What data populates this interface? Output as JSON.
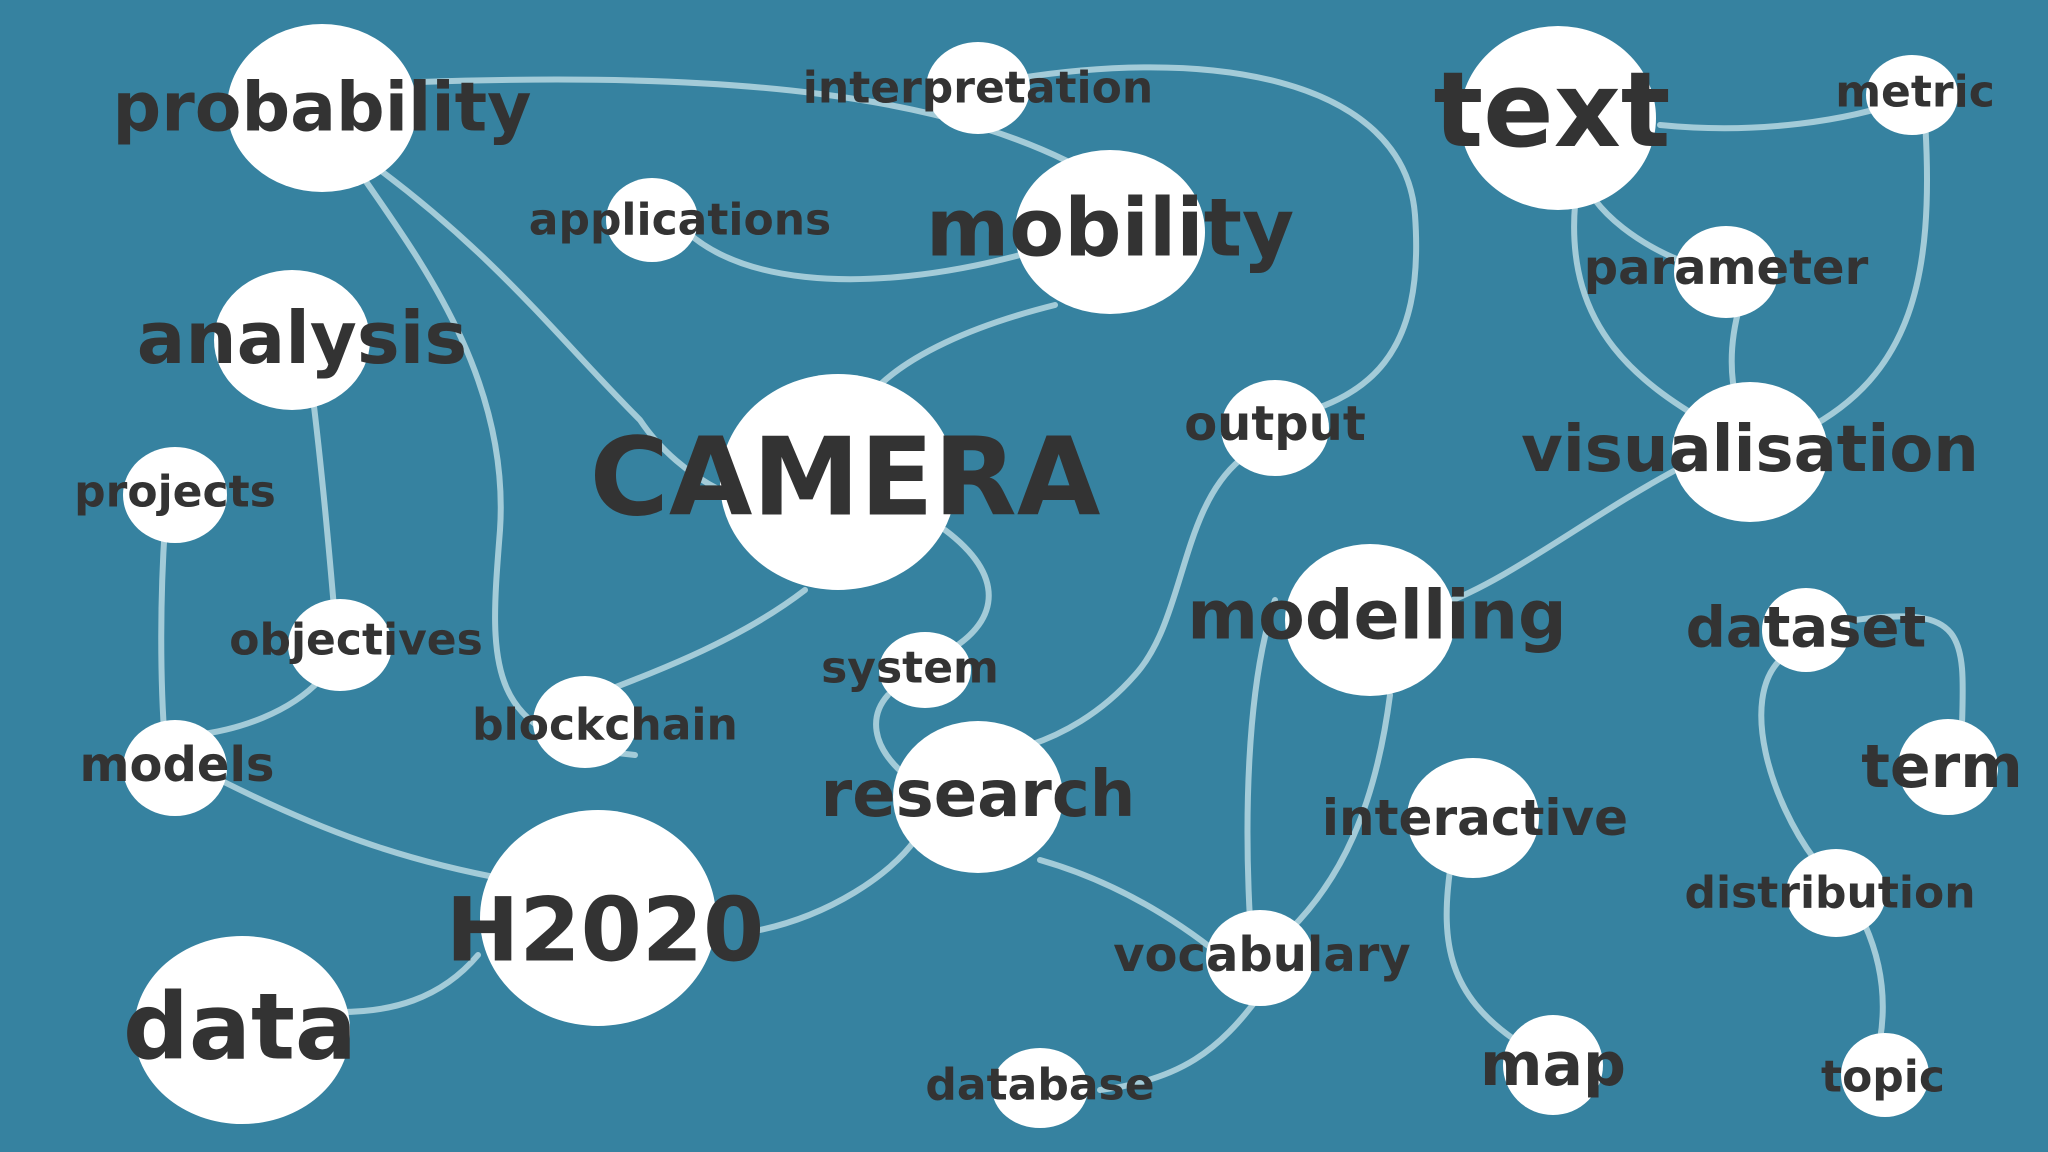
{
  "colors": {
    "background": "#3682a0",
    "edge": "#a3cbd8",
    "node_fill": "#ffffff",
    "label": "#333333"
  },
  "nodes": [
    {
      "id": "probability",
      "label": "probability"
    },
    {
      "id": "interpretation",
      "label": "interpretation"
    },
    {
      "id": "text",
      "label": "text"
    },
    {
      "id": "metric",
      "label": "metric"
    },
    {
      "id": "applications",
      "label": "applications"
    },
    {
      "id": "mobility",
      "label": "mobility"
    },
    {
      "id": "parameter",
      "label": "parameter"
    },
    {
      "id": "analysis",
      "label": "analysis"
    },
    {
      "id": "output",
      "label": "output"
    },
    {
      "id": "visualisation",
      "label": "visualisation"
    },
    {
      "id": "projects",
      "label": "projects"
    },
    {
      "id": "camera",
      "label": "CAMERA"
    },
    {
      "id": "modelling",
      "label": "modelling"
    },
    {
      "id": "dataset",
      "label": "dataset"
    },
    {
      "id": "objectives",
      "label": "objectives"
    },
    {
      "id": "system",
      "label": "system"
    },
    {
      "id": "blockchain",
      "label": "blockchain"
    },
    {
      "id": "models",
      "label": "models"
    },
    {
      "id": "research",
      "label": "research"
    },
    {
      "id": "term",
      "label": "term"
    },
    {
      "id": "interactive",
      "label": "interactive"
    },
    {
      "id": "h2020",
      "label": "H2020"
    },
    {
      "id": "distribution",
      "label": "distribution"
    },
    {
      "id": "vocabulary",
      "label": "vocabulary"
    },
    {
      "id": "data",
      "label": "data"
    },
    {
      "id": "map",
      "label": "map"
    },
    {
      "id": "topic",
      "label": "topic"
    },
    {
      "id": "database",
      "label": "database"
    }
  ],
  "edges": [
    {
      "from": "probability",
      "to": "mobility"
    },
    {
      "from": "probability",
      "to": "camera"
    },
    {
      "from": "probability",
      "to": "blockchain"
    },
    {
      "from": "interpretation",
      "to": "output"
    },
    {
      "from": "applications",
      "to": "mobility"
    },
    {
      "from": "mobility",
      "to": "camera"
    },
    {
      "from": "text",
      "to": "metric"
    },
    {
      "from": "text",
      "to": "parameter"
    },
    {
      "from": "text",
      "to": "visualisation"
    },
    {
      "from": "metric",
      "to": "visualisation"
    },
    {
      "from": "parameter",
      "to": "visualisation"
    },
    {
      "from": "visualisation",
      "to": "modelling"
    },
    {
      "from": "analysis",
      "to": "objectives"
    },
    {
      "from": "projects",
      "to": "models"
    },
    {
      "from": "objectives",
      "to": "models"
    },
    {
      "from": "models",
      "to": "h2020"
    },
    {
      "from": "h2020",
      "to": "data"
    },
    {
      "from": "h2020",
      "to": "research"
    },
    {
      "from": "camera",
      "to": "blockchain"
    },
    {
      "from": "camera",
      "to": "system"
    },
    {
      "from": "system",
      "to": "research"
    },
    {
      "from": "output",
      "to": "research"
    },
    {
      "from": "research",
      "to": "vocabulary"
    },
    {
      "from": "modelling",
      "to": "vocabulary"
    },
    {
      "from": "vocabulary",
      "to": "database"
    },
    {
      "from": "interactive",
      "to": "map"
    },
    {
      "from": "dataset",
      "to": "term"
    },
    {
      "from": "dataset",
      "to": "distribution"
    },
    {
      "from": "distribution",
      "to": "topic"
    }
  ]
}
